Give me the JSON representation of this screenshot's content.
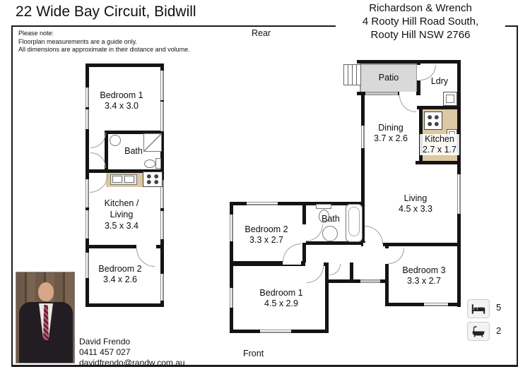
{
  "page": {
    "title": "22 Wide Bay Circuit, Bidwill",
    "agency": {
      "line1": "Richardson & Wrench",
      "line2": "4 Rooty Hill Road South,",
      "line3": "Rooty Hill NSW 2766"
    },
    "note": {
      "line1": "Please note:",
      "line2": "Floorplan measurements are a guide only.",
      "line3": "All dimensions are approximate in their distance and volume."
    },
    "orientation": {
      "rear": "Rear",
      "front": "Front"
    }
  },
  "flat": {
    "bedroom1": {
      "name": "Bedroom 1",
      "dims": "3.4 x 3.0"
    },
    "bath": {
      "name": "Bath"
    },
    "kitchen_living": {
      "name_line1": "Kitchen /",
      "name_line2": "Living",
      "dims": "3.5 x 3.4"
    },
    "bedroom2": {
      "name": "Bedroom 2",
      "dims": "3.4 x 2.6"
    }
  },
  "house": {
    "patio": {
      "name": "Patio"
    },
    "laundry": {
      "name": "Ldry"
    },
    "dining": {
      "name": "Dining",
      "dims": "3.7 x 2.6"
    },
    "kitchen": {
      "name": "Kitchen",
      "dims": "2.7 x 1.7"
    },
    "living": {
      "name": "Living",
      "dims": "4.5 x 3.3"
    },
    "bedroom2": {
      "name": "Bedroom 2",
      "dims": "3.3 x 2.7"
    },
    "bath": {
      "name": "Bath"
    },
    "bedroom1": {
      "name": "Bedroom 1",
      "dims": "4.5 x 2.9"
    },
    "bedroom3": {
      "name": "Bedroom 3",
      "dims": "3.3 x 2.7"
    }
  },
  "agent": {
    "name": "David Frendo",
    "phone": "0411 457 027",
    "email": "davidfrendo@randw.com.au"
  },
  "summary": {
    "beds": "5",
    "baths": "2"
  },
  "colors": {
    "wall": "#141414",
    "patio_fill": "#d9d9d9",
    "kitchen_floor": "#dcc8a3",
    "window_line": "#8b8b8b"
  }
}
